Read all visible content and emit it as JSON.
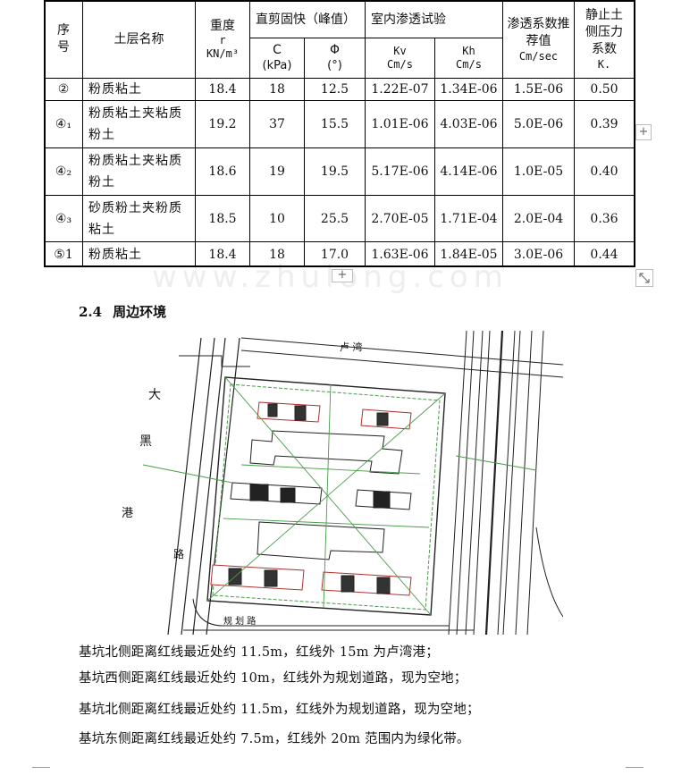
{
  "table": {
    "header": {
      "seq": "序号",
      "soil_name": "土层名称",
      "weight_label": "重度",
      "weight_sym": "r",
      "weight_unit": "KN/m³",
      "shear_group": "直剪固快（峰值）",
      "c_label": "C",
      "c_unit": "(kPa)",
      "phi_label": "Φ",
      "phi_unit": "(°)",
      "perm_group": "室内渗透试验",
      "kv_label": "Kv",
      "kv_unit": "Cm/s",
      "kh_label": "Kh",
      "kh_unit": "Cm/s",
      "rec_label": "渗透系数推荐值",
      "rec_unit": "Cm/sec",
      "k0_label": "静止土侧压力系数",
      "k0_unit": "K."
    },
    "rows": [
      {
        "id": "②",
        "name": "粉质粘土",
        "r": "18.4",
        "c": "18",
        "phi": "12.5",
        "kv": "1.22E-07",
        "kh": "1.34E-06",
        "rec": "1.5E-06",
        "k0": "0.50"
      },
      {
        "id": "④₁",
        "name": "粉质粘土夹粘质粉土",
        "r": "19.2",
        "c": "37",
        "phi": "15.5",
        "kv": "1.01E-06",
        "kh": "4.03E-06",
        "rec": "5.0E-06",
        "k0": "0.39"
      },
      {
        "id": "④₂",
        "name": "粉质粘土夹粘质粉土",
        "r": "18.6",
        "c": "19",
        "phi": "19.5",
        "kv": "5.17E-06",
        "kh": "4.14E-06",
        "rec": "1.0E-05",
        "k0": "0.40"
      },
      {
        "id": "④₃",
        "name": "砂质粉土夹粉质粘土",
        "r": "18.5",
        "c": "10",
        "phi": "25.5",
        "kv": "2.70E-05",
        "kh": "1.71E-04",
        "rec": "2.0E-04",
        "k0": "0.36"
      },
      {
        "id": "⑤1",
        "name": "粉质粘土",
        "r": "18.4",
        "c": "18",
        "phi": "17.0",
        "kv": "1.63E-06",
        "kh": "1.84E-05",
        "rec": "3.0E-06",
        "k0": "0.44"
      }
    ]
  },
  "ui": {
    "plus": "+",
    "resize": "↖↘"
  },
  "section": {
    "number": "2.4",
    "title": "周边环境"
  },
  "map": {
    "road_north": "卢  湾",
    "road_west_1": "大",
    "road_west_2": "黑",
    "road_west_3": "港",
    "road_west_4": "路",
    "road_south": "规  划  路"
  },
  "paragraphs": [
    "基坑北侧距离红线最近处约 11.5m，红线外 15m 为卢湾港；",
    "基坑西侧距离红线最近处约 10m，红线外为规划道路，现为空地；",
    "基坑北侧距离红线最近处约 11.5m，红线外为规划道路，现为空地；",
    "基坑东侧距离红线最近处约 7.5m，红线外 20m 范围内为绿化带。"
  ]
}
